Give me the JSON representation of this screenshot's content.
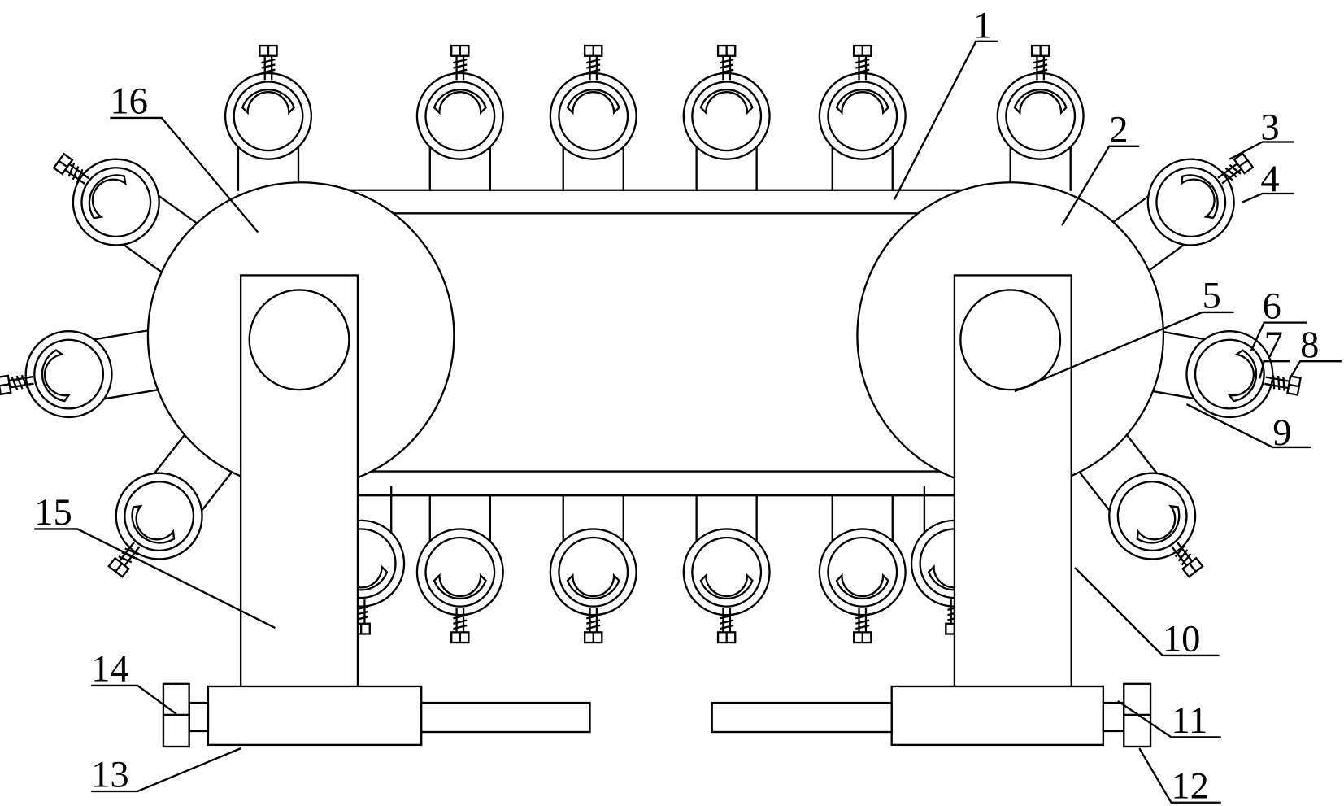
{
  "figure": {
    "labels": {
      "l1": "1",
      "l2": "2",
      "l3": "3",
      "l4": "4",
      "l5": "5",
      "l6": "6",
      "l7": "7",
      "l8": "8",
      "l9": "9",
      "l10": "10",
      "l11": "11",
      "l12": "12",
      "l13": "13",
      "l14": "14",
      "l15": "15",
      "l16": "16"
    },
    "colors": {
      "line": "#000000",
      "background": "#ffffff"
    }
  }
}
